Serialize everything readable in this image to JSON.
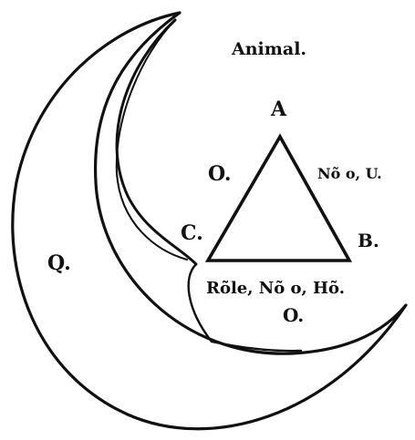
{
  "diagram": {
    "title": "Animal.",
    "labels": {
      "apex": "A",
      "left_side": "O.",
      "right_side": "Nõ o, U.",
      "left_vertex": "C.",
      "right_vertex": "B.",
      "base": "Rõle, Nõ o, Hõ.",
      "below_base": "O.",
      "crescent": "Q."
    },
    "colors": {
      "ink": "#111111",
      "paper": "#ffffff"
    }
  }
}
